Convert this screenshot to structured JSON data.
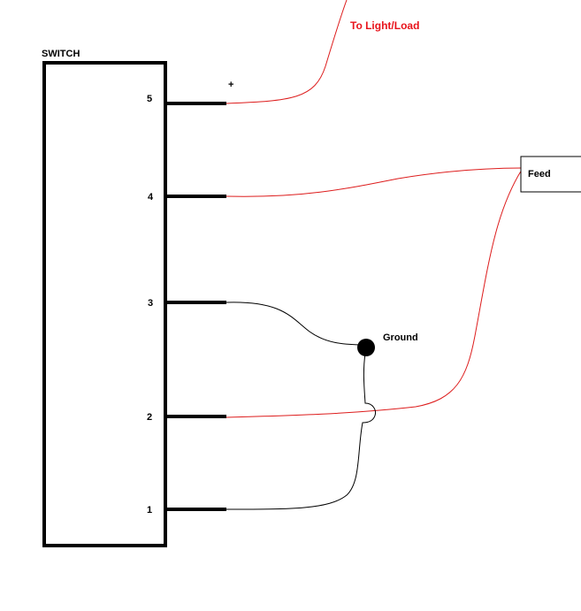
{
  "switch": {
    "title": "SWITCH",
    "pins": [
      "5",
      "4",
      "3",
      "2",
      "1"
    ]
  },
  "labels": {
    "plus": "+",
    "to_light_load": "To Light/Load",
    "ground": "Ground",
    "feed": "Feed"
  },
  "colors": {
    "wire_red": "#dd1c1c",
    "wire_black": "#000000",
    "label_red": "#e8131b"
  }
}
